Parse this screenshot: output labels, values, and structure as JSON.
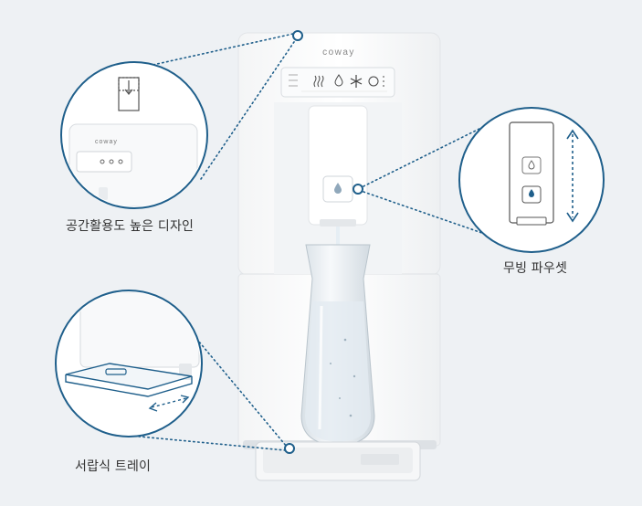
{
  "brand": {
    "logo_text": "coway"
  },
  "features": [
    {
      "id": "space-design",
      "label": "공간활용도 높은 디자인"
    },
    {
      "id": "movable-faucet",
      "label": "무빙 파우셋"
    },
    {
      "id": "drawer-tray",
      "label": "서랍식 트레이"
    }
  ],
  "colors": {
    "background": "#eef1f4",
    "accent_blue": "#1f5f8b",
    "device_white": "#ffffff",
    "device_shadow": "#d9dde1"
  },
  "icons": [
    "hot-water-icon",
    "water-drop-icon",
    "cold-snowflake-icon",
    "power-button-icon",
    "resize-arrow-icon",
    "double-arrow-icon"
  ]
}
